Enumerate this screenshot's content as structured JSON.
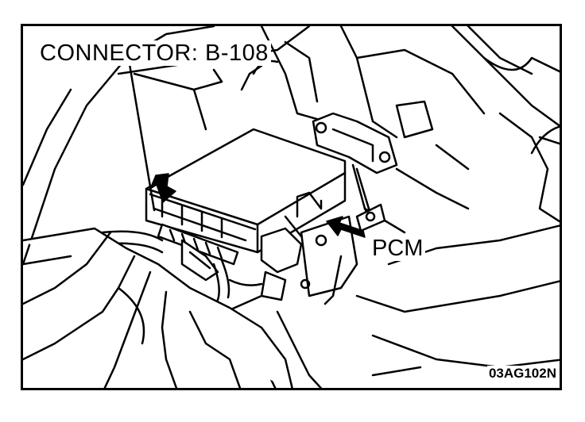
{
  "labels": {
    "connector": "CONNECTOR: B-108",
    "pcm": "PCM",
    "figure_code": "03AG102N"
  },
  "colors": {
    "ink": "#000000",
    "paper": "#ffffff"
  },
  "icons": [
    "arrow-icon"
  ]
}
